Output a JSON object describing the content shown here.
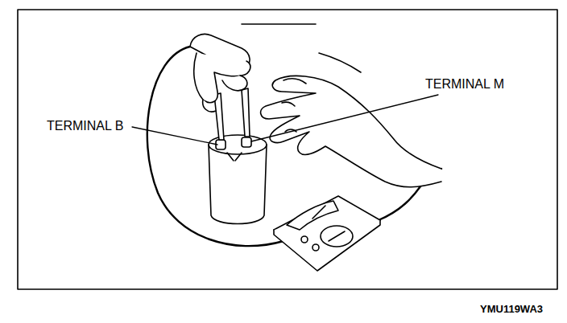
{
  "diagram": {
    "labels": [
      "TERMINAL B",
      "TERMINAL M",
      "YMU119WA3"
    ]
  }
}
